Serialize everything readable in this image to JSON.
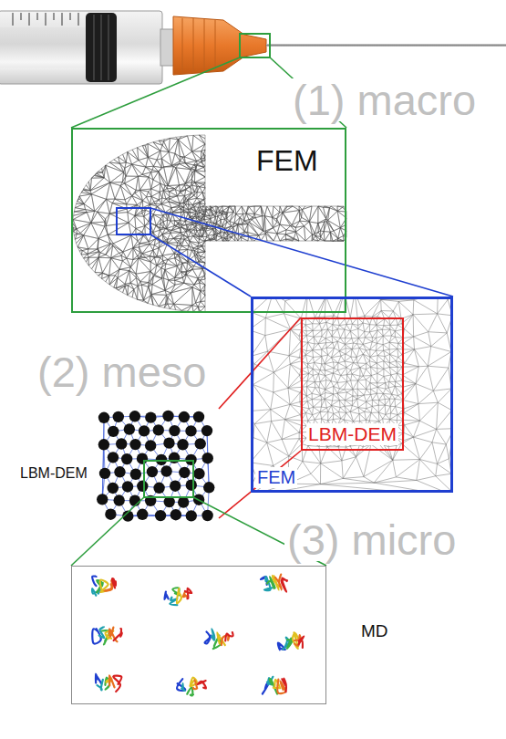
{
  "diagram": {
    "nodes": [
      {
        "text": [
          "FEM"
        ]
      },
      {
        "text": [
          "FEM"
        ]
      },
      {
        "text": [
          "LBM-DEM"
        ],
        "in": 1
      },
      {
        "text": [
          "LBM-DEM"
        ]
      },
      {
        "text": [
          "MD"
        ]
      }
    ],
    "edges": [
      {
        "from": 0,
        "to": 1,
        "arrow": "none"
      },
      {
        "from": 2,
        "to": 3,
        "arrow": "none"
      },
      {
        "from": 3,
        "to": 4,
        "arrow": "none"
      }
    ],
    "labels": [
      "(1) macro",
      "(2) meso",
      "(3) micro"
    ]
  }
}
